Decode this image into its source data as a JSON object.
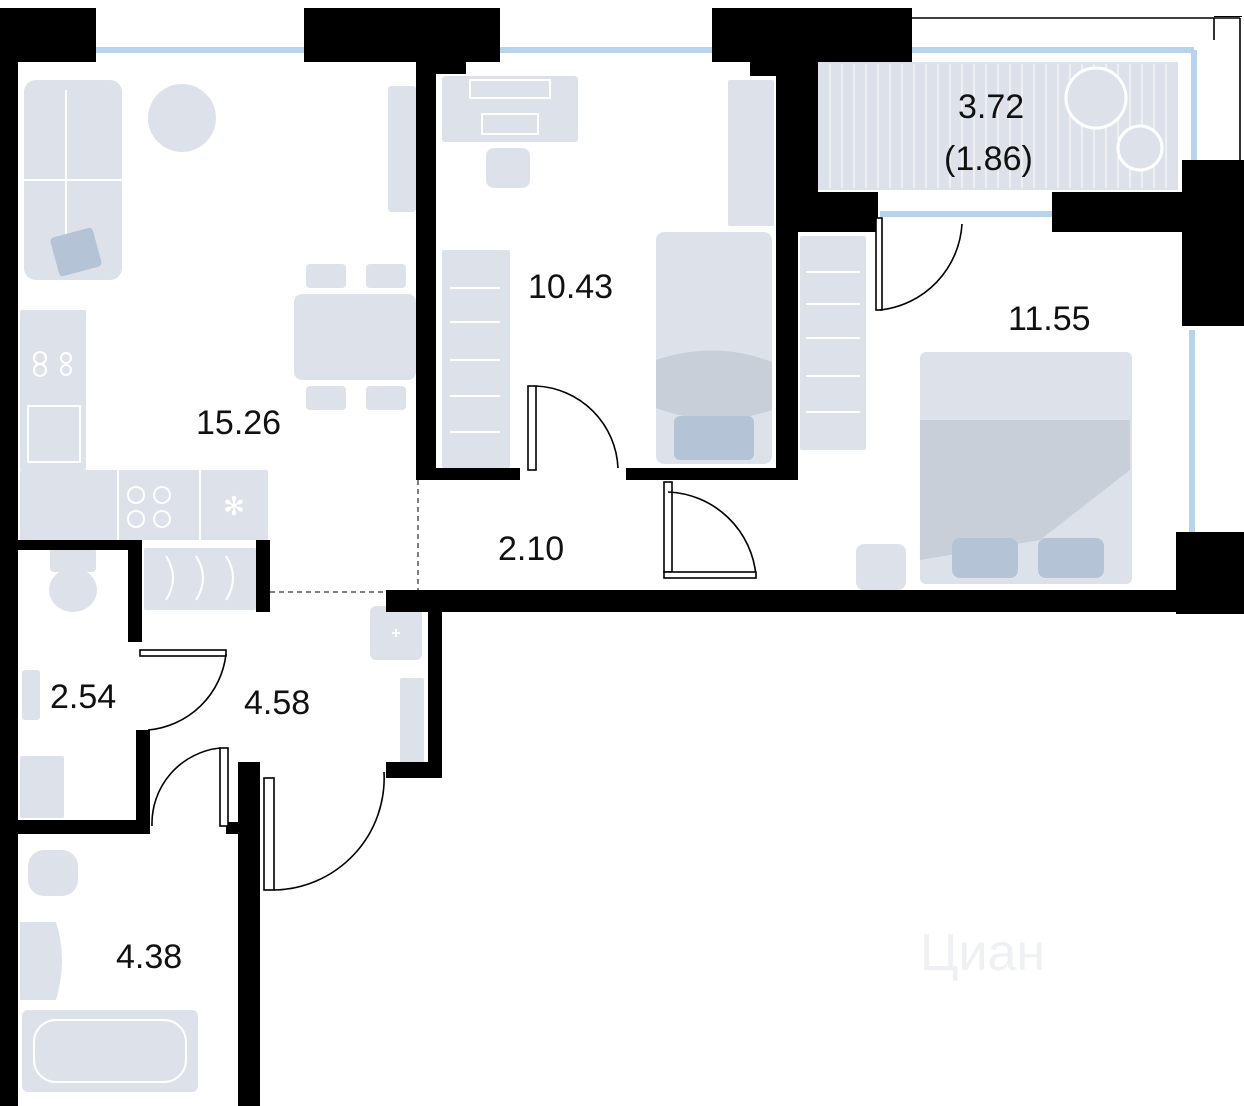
{
  "rooms": {
    "living_kitchen": {
      "area": "15.26"
    },
    "study": {
      "area": "10.43"
    },
    "balcony": {
      "area": "3.72",
      "area_reduced": "(1.86)"
    },
    "bedroom": {
      "area": "11.55"
    },
    "corridor": {
      "area": "2.10"
    },
    "toilet": {
      "area": "2.54"
    },
    "hall": {
      "area": "4.58"
    },
    "bathroom": {
      "area": "4.38"
    }
  },
  "watermark": {
    "text": "Циан"
  },
  "colors": {
    "wall": "#000000",
    "furniture": "#dde2ea",
    "window": "#b7d3ee",
    "pillow": "#b4c4d6"
  }
}
